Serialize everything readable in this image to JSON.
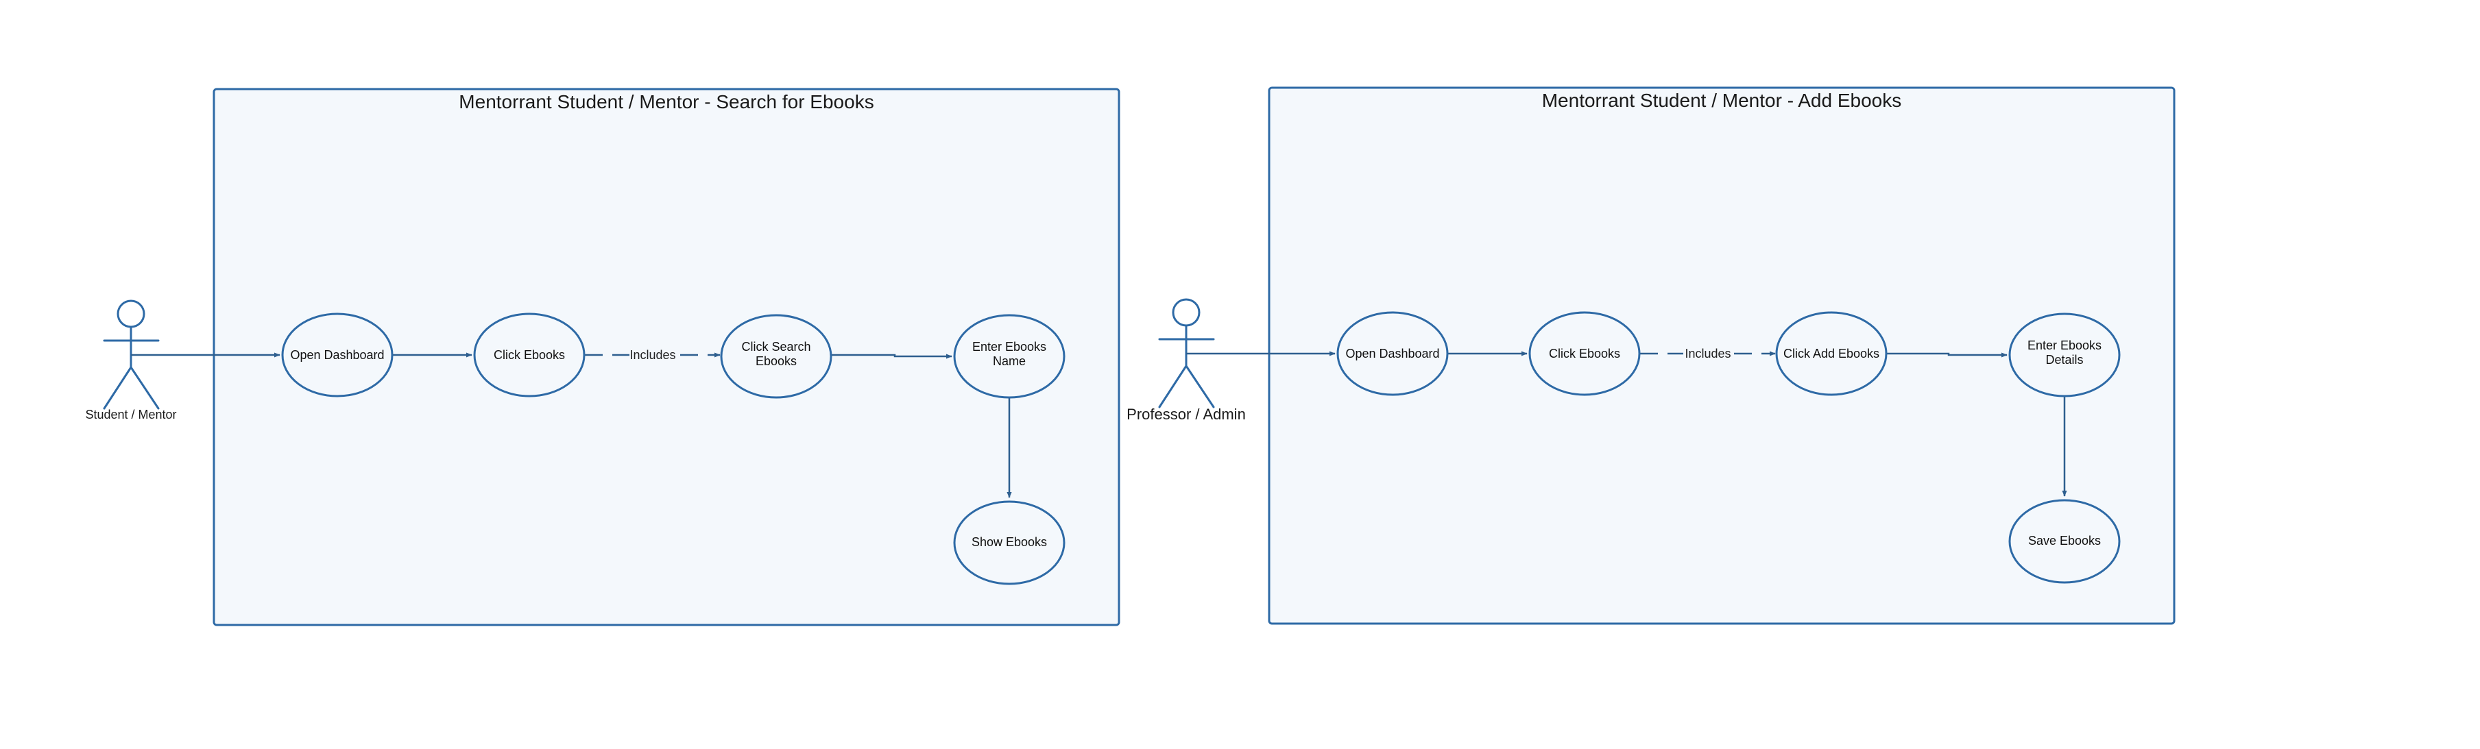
{
  "colors": {
    "boundary_stroke": "#2e6aa6",
    "boundary_fill": "#f4f8fc",
    "edge": "#2e5f8f"
  },
  "diagrams": [
    {
      "title": "Mentorrant Student / Mentor - Search for Ebooks",
      "actor": "Student / Mentor",
      "use_cases": {
        "open_dashboard": "Open Dashboard",
        "click_ebooks": "Click Ebooks",
        "click_search_ebooks": [
          "Click Search",
          "Ebooks"
        ],
        "enter_ebooks_name": [
          "Enter Ebooks",
          "Name"
        ],
        "show_ebooks": "Show Ebooks"
      },
      "relation_label": "Includes"
    },
    {
      "title": "Mentorrant Student / Mentor - Add Ebooks",
      "actor": "Professor / Admin",
      "use_cases": {
        "open_dashboard": "Open Dashboard",
        "click_ebooks": "Click Ebooks",
        "click_add_ebooks": "Click Add Ebooks",
        "enter_ebooks_details": [
          "Enter Ebooks",
          "Details"
        ],
        "save_ebooks": "Save Ebooks"
      },
      "relation_label": "Includes"
    }
  ]
}
